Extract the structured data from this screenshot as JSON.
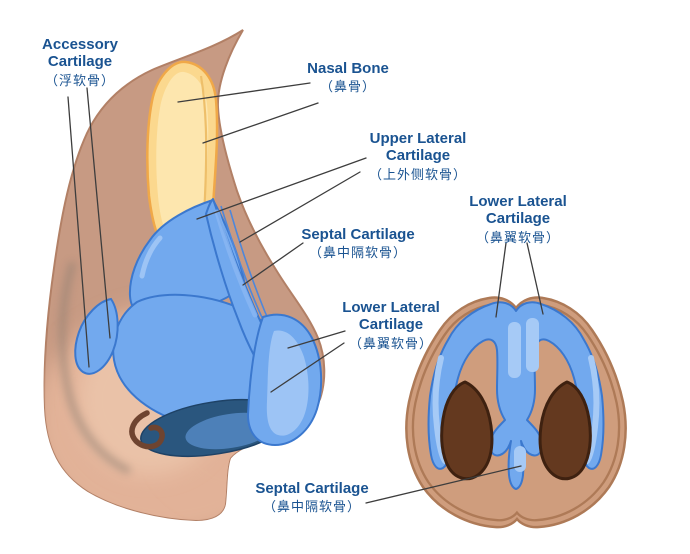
{
  "diagram": {
    "labels": {
      "accessory_cartilage": {
        "en": "Accessory Cartilage",
        "zh": "（浮软骨）"
      },
      "nasal_bone": {
        "en": "Nasal Bone",
        "zh": "（鼻骨）"
      },
      "upper_lateral_cartilage": {
        "en": "Upper Lateral Cartilage",
        "zh": "（上外侧软骨）"
      },
      "septal_cartilage_side": {
        "en": "Septal Cartilage",
        "zh": "（鼻中隔软骨）"
      },
      "lower_lateral_cartilage_side": {
        "en": "Lower Lateral Cartilage",
        "zh": "（鼻翼软骨）"
      },
      "lower_lateral_cartilage_base": {
        "en": "Lower Lateral Cartilage",
        "zh": "（鼻翼软骨）"
      },
      "septal_cartilage_base": {
        "en": "Septal Cartilage",
        "zh": "（鼻中隔软骨）"
      }
    },
    "colors": {
      "background": "#ffffff",
      "label_text": "#1a5391",
      "leader_line": "#3d3d3d",
      "skin": "#dcae93",
      "skin_shaded": "#c79a83",
      "skin_outline": "#ae7a57",
      "bone_fill": "#fbd88e",
      "bone_highlight": "#fde9b4",
      "bone_outline": "#f0a848",
      "cartilage_fill": "#72a9ee",
      "cartilage_outline": "#3b78ce",
      "cartilage_highlight": "#a6caf6",
      "nostril_side_view": "#2a567e",
      "nostril_rim_brown": "#6f4430",
      "nostril_base_view": "#64391f",
      "nostril_base_outline": "#3e2110"
    }
  }
}
